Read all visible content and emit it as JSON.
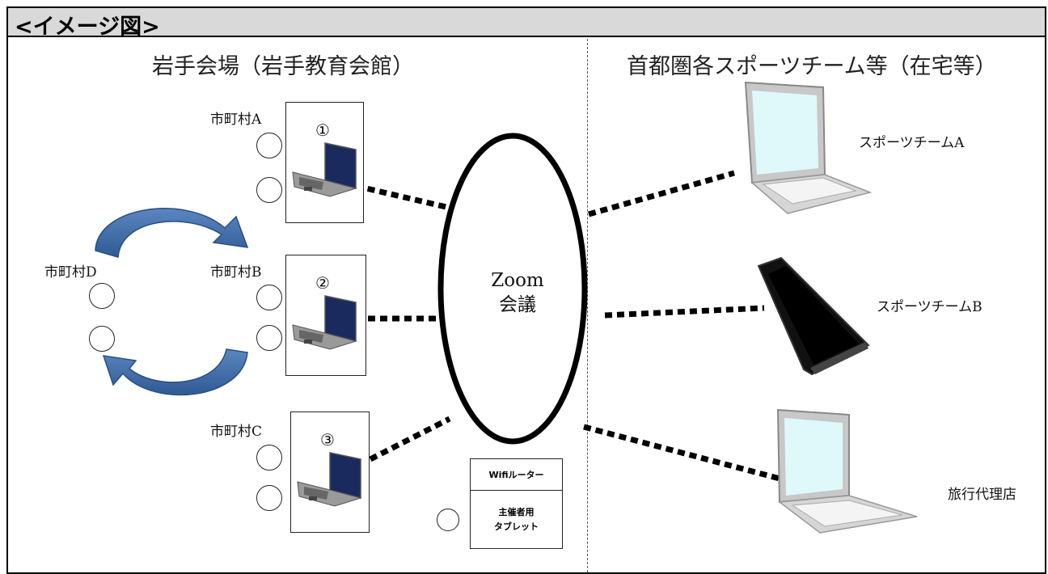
{
  "header": {
    "title": "<イメージ図>"
  },
  "left_section": {
    "title": "岩手会場（岩手教育会館）"
  },
  "right_section": {
    "title": "首都圏各スポーツチーム等（在宅等）"
  },
  "stations": [
    {
      "label": "市町村A",
      "number": "①"
    },
    {
      "label": "市町村B",
      "number": "②"
    },
    {
      "label": "市町村C",
      "number": "③"
    }
  ],
  "rotating_group": {
    "label": "市町村D"
  },
  "zoom": {
    "line1": "Zoom",
    "line2": "会議"
  },
  "router_box": {
    "router_label": "Wifiルーター",
    "tablet_line1": "主催者用",
    "tablet_line2": "タブレット"
  },
  "remote_devices": [
    {
      "label": "スポーツチームA",
      "device": "laptop-icon"
    },
    {
      "label": "スポーツチームB",
      "device": "smartphone-icon"
    },
    {
      "label": "旅行代理店",
      "device": "laptop-icon"
    }
  ],
  "colors": {
    "header_bg": "#d9d9d9",
    "arrow": "#3f6ea8",
    "laptop_screen": "#1b2a5e",
    "remote_screen": "#dff9fb"
  }
}
